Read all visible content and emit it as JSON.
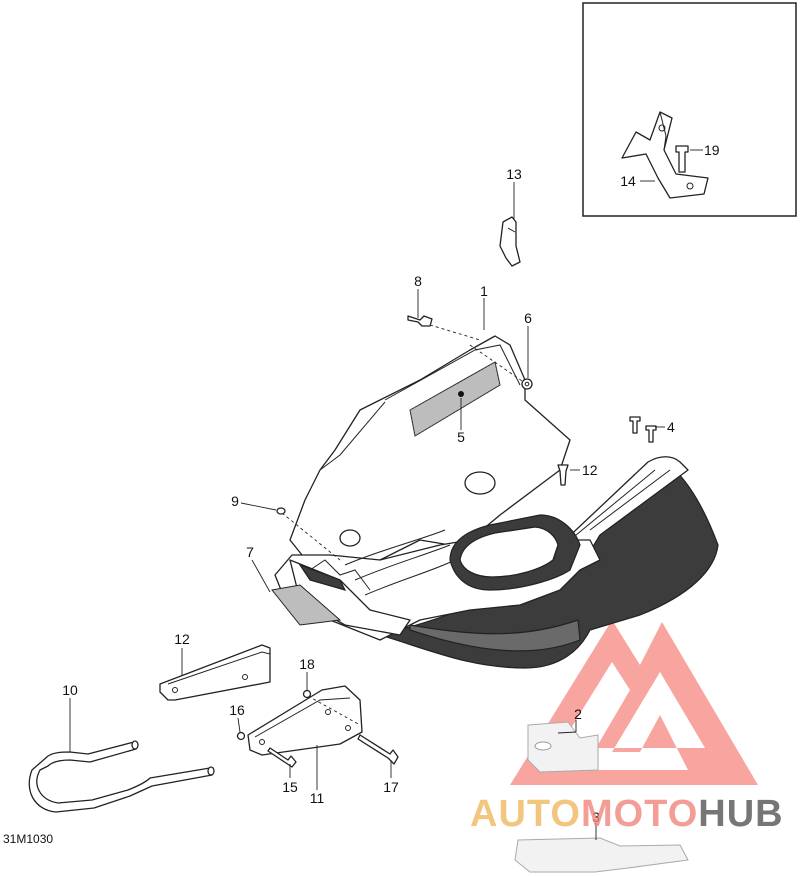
{
  "diagram": {
    "code": "31M1030",
    "callouts": {
      "c1": "1",
      "c2": "2",
      "c3": "3",
      "c4": "4",
      "c5": "5",
      "c6": "6",
      "c7": "7",
      "c8": "8",
      "c9": "9",
      "c10": "10",
      "c11": "11",
      "c12a": "12",
      "c12b": "12",
      "c13": "13",
      "c14": "14",
      "c15": "15",
      "c16": "16",
      "c17": "17",
      "c18": "18",
      "c19": "19"
    }
  },
  "watermark": {
    "text_auto": "AUTO",
    "text_moto": "MOTO",
    "text_hub": "HUB",
    "colors": {
      "auto": "#f0b860",
      "moto": "#f1857c",
      "hub": "#555555",
      "logo": "#f25b52"
    }
  }
}
